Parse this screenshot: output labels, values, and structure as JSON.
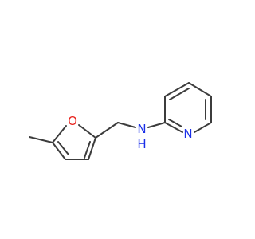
{
  "molecule": {
    "atoms": {
      "O": {
        "label": "O",
        "color": "#e8201a"
      },
      "N_amine": {
        "label": "N",
        "color": "#1a2fe8"
      },
      "H_amine": {
        "label": "H",
        "color": "#1a2fe8"
      },
      "N_pyridine": {
        "label": "N",
        "color": "#1a2fe8"
      }
    },
    "bond_color": "#3c3c3c"
  }
}
